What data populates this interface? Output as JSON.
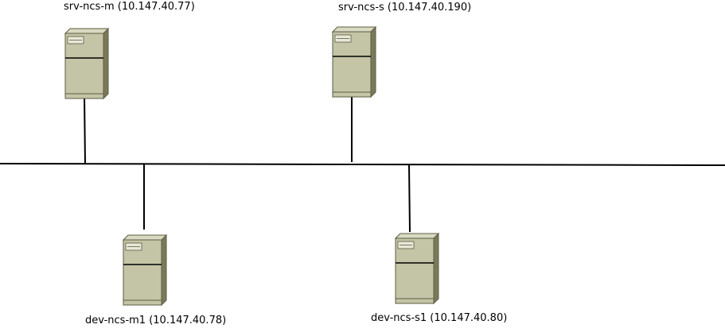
{
  "colors": {
    "server_front": "#c4c4a6",
    "server_top": "#dadac2",
    "server_side": "#7a7a5a",
    "server_outline": "#5c5c44",
    "bay": "#e8e8d8",
    "line": "#000000"
  },
  "servers": [
    {
      "id": "srv-ncs-m",
      "label": "srv-ncs-m (10.147.40.77)",
      "icon": "server-tower-icon"
    },
    {
      "id": "srv-ncs-s",
      "label": "srv-ncs-s (10.147.40.190)",
      "icon": "server-tower-icon"
    },
    {
      "id": "dev-ncs-m1",
      "label": "dev-ncs-m1 (10.147.40.78)",
      "icon": "server-tower-icon"
    },
    {
      "id": "dev-ncs-s1",
      "label": "dev-ncs-s1 (10.147.40.80)",
      "icon": "server-tower-icon"
    }
  ]
}
